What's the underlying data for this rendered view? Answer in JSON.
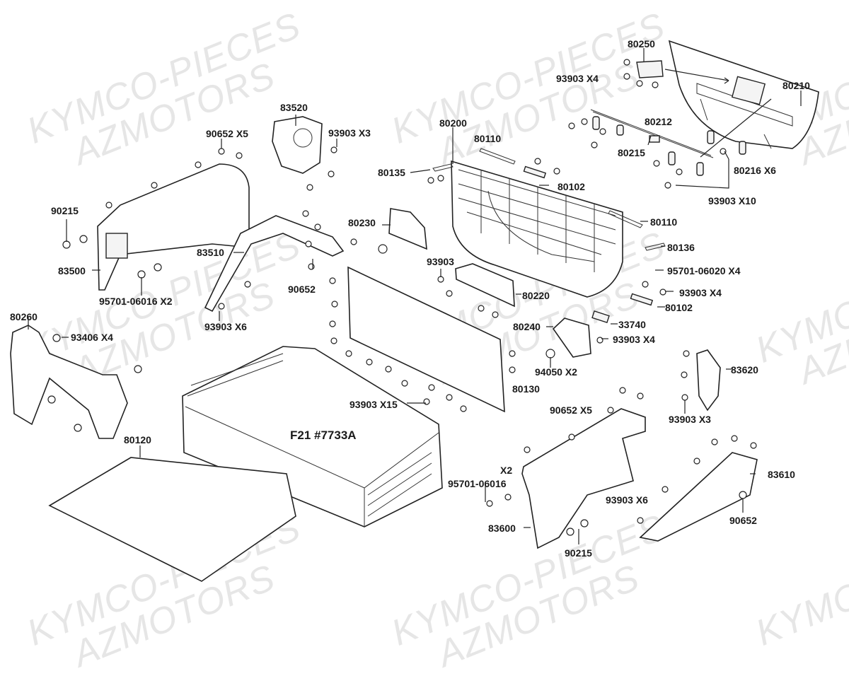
{
  "diagram": {
    "title": "Cargo bed exploded parts diagram",
    "code": "F21 #7733A",
    "watermark": {
      "line1": "KYMCO-PIECES",
      "line2": "AZMOTORS",
      "color": "#e6e6e6"
    },
    "label_color": "#1a1a1a",
    "labels": [
      {
        "id": "80250",
        "text": "80250"
      },
      {
        "id": "93903-x4-top",
        "text": "93903 X4"
      },
      {
        "id": "80210",
        "text": "80210"
      },
      {
        "id": "83520",
        "text": "83520"
      },
      {
        "id": "93903-x3-top",
        "text": "93903 X3"
      },
      {
        "id": "80200",
        "text": "80200"
      },
      {
        "id": "80110-a",
        "text": "80110"
      },
      {
        "id": "80212",
        "text": "80212"
      },
      {
        "id": "90652-x5-left",
        "text": "90652 X5"
      },
      {
        "id": "80135",
        "text": "80135"
      },
      {
        "id": "80215",
        "text": "80215"
      },
      {
        "id": "80216-x6",
        "text": "80216 X6"
      },
      {
        "id": "80102-a",
        "text": "80102"
      },
      {
        "id": "93903-x10",
        "text": "93903  X10"
      },
      {
        "id": "90215-left",
        "text": "90215"
      },
      {
        "id": "80230",
        "text": "80230"
      },
      {
        "id": "80110-b",
        "text": "80110"
      },
      {
        "id": "83510",
        "text": "83510"
      },
      {
        "id": "80136",
        "text": "80136"
      },
      {
        "id": "83500",
        "text": "83500"
      },
      {
        "id": "93903-single",
        "text": "93903"
      },
      {
        "id": "95701-06020-x4",
        "text": "95701-06020 X4"
      },
      {
        "id": "90652-mid",
        "text": "90652"
      },
      {
        "id": "93903-x4-mid",
        "text": "93903 X4"
      },
      {
        "id": "95701-06016-x2-left",
        "text": "95701-06016 X2"
      },
      {
        "id": "80220",
        "text": "80220"
      },
      {
        "id": "80102-b",
        "text": "80102"
      },
      {
        "id": "93903-x6-left",
        "text": "93903  X6"
      },
      {
        "id": "80240",
        "text": "80240"
      },
      {
        "id": "33740",
        "text": "33740"
      },
      {
        "id": "80260",
        "text": "80260"
      },
      {
        "id": "93406-x4",
        "text": "93406  X4"
      },
      {
        "id": "93903-x4-low",
        "text": "93903  X4"
      },
      {
        "id": "83620",
        "text": "83620"
      },
      {
        "id": "94050-x2",
        "text": "94050 X2"
      },
      {
        "id": "80130",
        "text": "80130"
      },
      {
        "id": "93903-x15",
        "text": "93903  X15"
      },
      {
        "id": "93903-x3-right",
        "text": "93903 X3"
      },
      {
        "id": "90652-x5-right",
        "text": "90652 X5"
      },
      {
        "id": "80120",
        "text": "80120"
      },
      {
        "id": "x2",
        "text": "X2"
      },
      {
        "id": "83610",
        "text": "83610"
      },
      {
        "id": "95701-06016",
        "text": "95701-06016"
      },
      {
        "id": "93903-x6-right",
        "text": "93903  X6"
      },
      {
        "id": "90652-right",
        "text": "90652"
      },
      {
        "id": "83600",
        "text": "83600"
      },
      {
        "id": "90215-right",
        "text": "90215"
      }
    ]
  }
}
